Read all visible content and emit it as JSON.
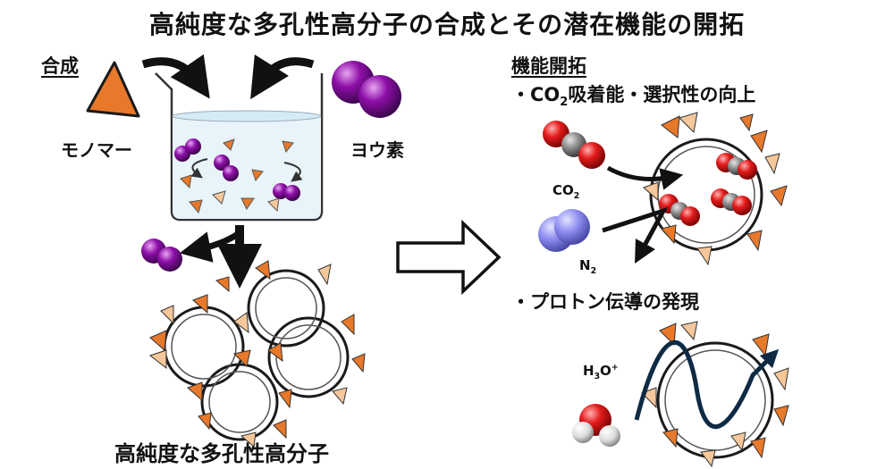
{
  "title": "高純度な多孔性高分子の合成とその潜在機能の開拓",
  "left": {
    "section": "合成",
    "monomer": "モノマー",
    "iodine": "ヨウ素",
    "product": "高純度な多孔性高分子"
  },
  "right": {
    "section": "機能開拓",
    "bullet1": {
      "bullet": "・",
      "co": "CO",
      "sub": "2",
      "rest": "吸着能・選択性の向上"
    },
    "co2": {
      "main": "CO",
      "sub": "2"
    },
    "n2": {
      "main": "N",
      "sub": "2"
    },
    "bullet2": "・プロトン伝導の発現",
    "h3o": {
      "h": "H",
      "sub": "3",
      "o": "O",
      "sup": "+"
    }
  },
  "colors": {
    "triangle": "#E8782A",
    "triangle_light": "#F6C79A",
    "iodine": "#8E0FA8",
    "oxygen": "#E31B1B",
    "carbon": "#8A8A8A",
    "nitrogen": "#8C8CF0",
    "proton_path": "#0F2A44"
  }
}
